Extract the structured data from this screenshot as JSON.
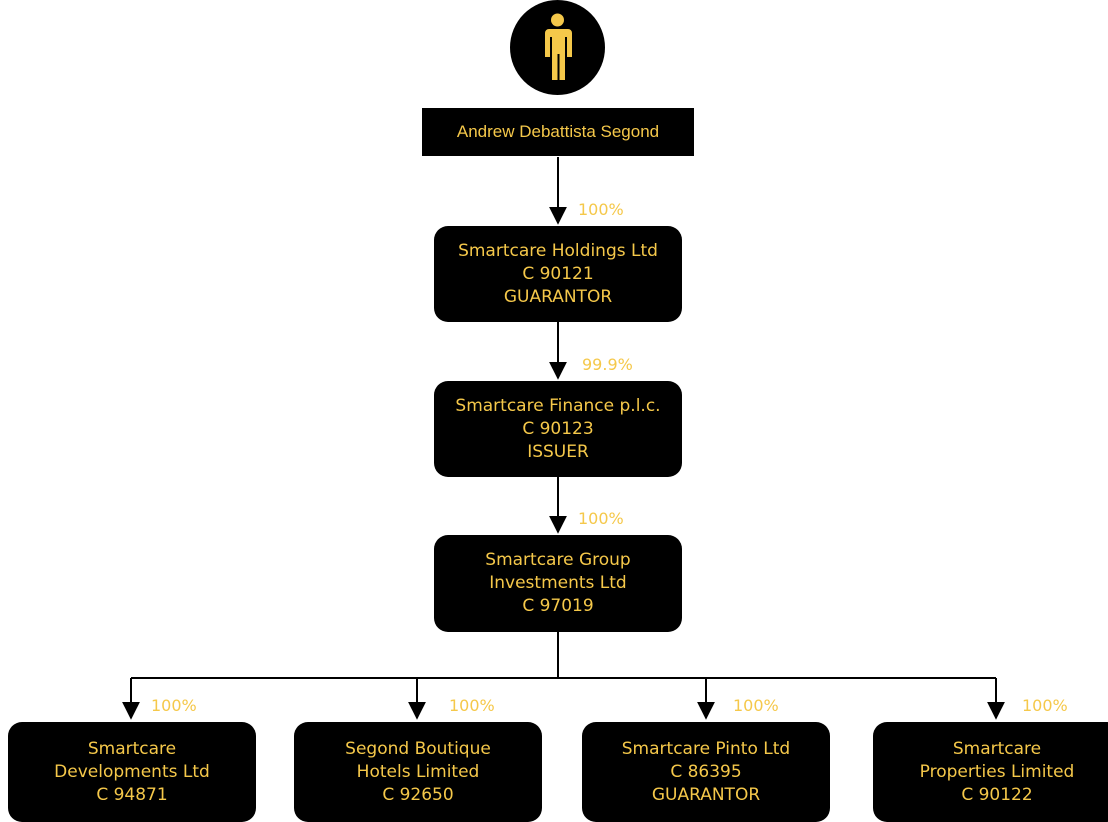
{
  "colors": {
    "box_fill": "#000000",
    "text": "#f5c84a",
    "line": "#000000"
  },
  "owner": {
    "icon": "person-icon",
    "name": "Andrew Debattista Segond"
  },
  "links": {
    "owner_to_holdings": "100%",
    "holdings_to_finance": "99.9%",
    "finance_to_group": "100%",
    "group_to_developments": "100%",
    "group_to_boutique": "100%",
    "group_to_pinto": "100%",
    "group_to_properties": "100%"
  },
  "entities": {
    "holdings": {
      "lines": [
        "Smartcare Holdings Ltd",
        "C 90121",
        "GUARANTOR"
      ]
    },
    "finance": {
      "lines": [
        "Smartcare Finance p.l.c.",
        "C 90123",
        "ISSUER"
      ]
    },
    "group": {
      "lines": [
        "Smartcare Group",
        "Investments Ltd",
        "C 97019"
      ]
    },
    "developments": {
      "lines": [
        "Smartcare",
        "Developments Ltd",
        "C 94871"
      ]
    },
    "boutique": {
      "lines": [
        "Segond Boutique",
        "Hotels Limited",
        "C 92650"
      ]
    },
    "pinto": {
      "lines": [
        "Smartcare Pinto Ltd",
        "C 86395",
        "GUARANTOR"
      ]
    },
    "properties": {
      "lines": [
        "Smartcare",
        "Properties Limited",
        "C 90122"
      ]
    }
  }
}
